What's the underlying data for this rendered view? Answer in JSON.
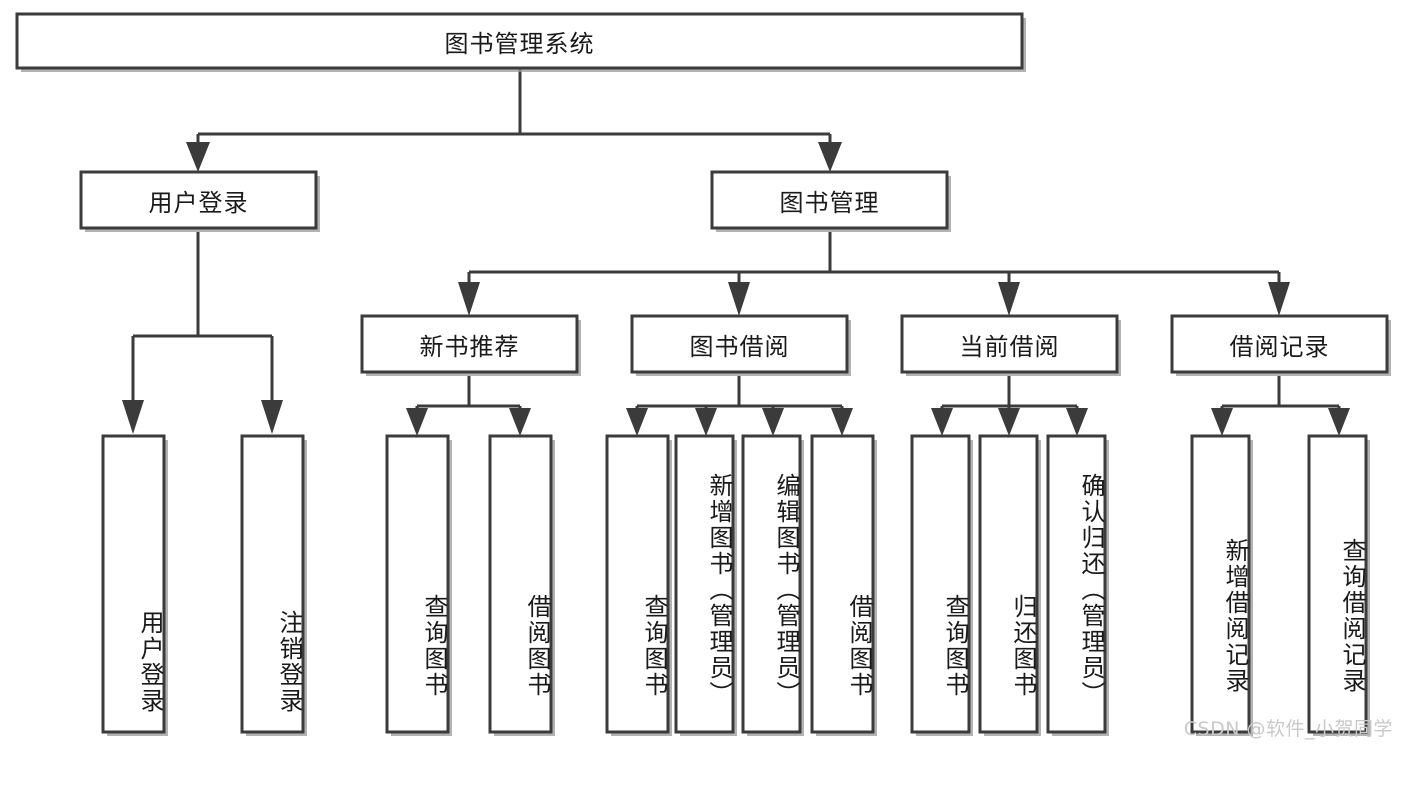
{
  "diagram": {
    "type": "tree",
    "title": "图书管理系统",
    "root": {
      "label": "图书管理系统",
      "level": 1
    },
    "level2": [
      {
        "label": "用户登录"
      },
      {
        "label": "图书管理"
      }
    ],
    "level3": [
      {
        "label": "新书推荐"
      },
      {
        "label": "图书借阅"
      },
      {
        "label": "当前借阅"
      },
      {
        "label": "借阅记录"
      }
    ],
    "leaves": {
      "user_login": [
        {
          "label": "用户登录"
        },
        {
          "label": "注销登录"
        }
      ],
      "new_book_recommend": [
        {
          "label": "查询图书"
        },
        {
          "label": "借阅图书"
        }
      ],
      "book_borrow": [
        {
          "label": "查询图书"
        },
        {
          "label": "新增图书（管理员）"
        },
        {
          "label": "编辑图书（管理员）"
        },
        {
          "label": "借阅图书"
        }
      ],
      "current_borrow": [
        {
          "label": "查询图书"
        },
        {
          "label": "归还图书"
        },
        {
          "label": "确认归还（管理员）"
        }
      ],
      "borrow_record": [
        {
          "label": "新增借阅记录"
        },
        {
          "label": "查询借阅记录"
        }
      ]
    }
  },
  "watermark": {
    "text": "CSDN @软件_小贺同学"
  },
  "colors": {
    "box_stroke": "#3b3b3b",
    "box_fill": "#ffffff",
    "text": "#1a1a1a",
    "watermark": "#c9c9c9",
    "background": "#ffffff"
  }
}
